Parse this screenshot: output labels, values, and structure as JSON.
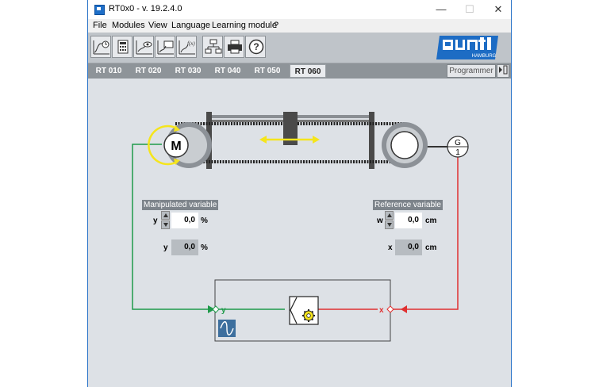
{
  "window": {
    "title": "RT0x0 - v. 19.2.4.0",
    "minimize": "—",
    "maximize": "☐",
    "close": "✕"
  },
  "menu": [
    "File",
    "Modules",
    "View",
    "Language",
    "Learning module",
    "?"
  ],
  "toolbar": {
    "buttons": [
      "step-response-icon",
      "calculator-icon",
      "eye-chart-icon",
      "monitor-chart-icon",
      "function-chart-icon",
      "network-icon",
      "printer-icon",
      "help-icon"
    ],
    "logo_text": "HAMBURG"
  },
  "tabs": [
    "RT 010",
    "RT 020",
    "RT 030",
    "RT 040",
    "RT 050",
    "RT 060"
  ],
  "active_tab": "RT 060",
  "programmer_label": "Programmer",
  "motor_label": "M",
  "generator_label": {
    "top": "G",
    "bottom": "1"
  },
  "manipulated": {
    "title": "Manipulated variable",
    "input_name": "y",
    "input_value": "0,0",
    "input_unit": "%",
    "display_name": "y",
    "display_value": "0,0",
    "display_unit": "%"
  },
  "reference": {
    "title": "Reference variable",
    "input_name": "w",
    "input_value": "0,0",
    "input_unit": "cm",
    "display_name": "x",
    "display_value": "0,0",
    "display_unit": "cm"
  },
  "controller": {
    "output_label": "y",
    "input_label": "x"
  },
  "colors": {
    "green": "#1f9a4a",
    "red": "#e03030",
    "yellow": "#f5e51c"
  }
}
